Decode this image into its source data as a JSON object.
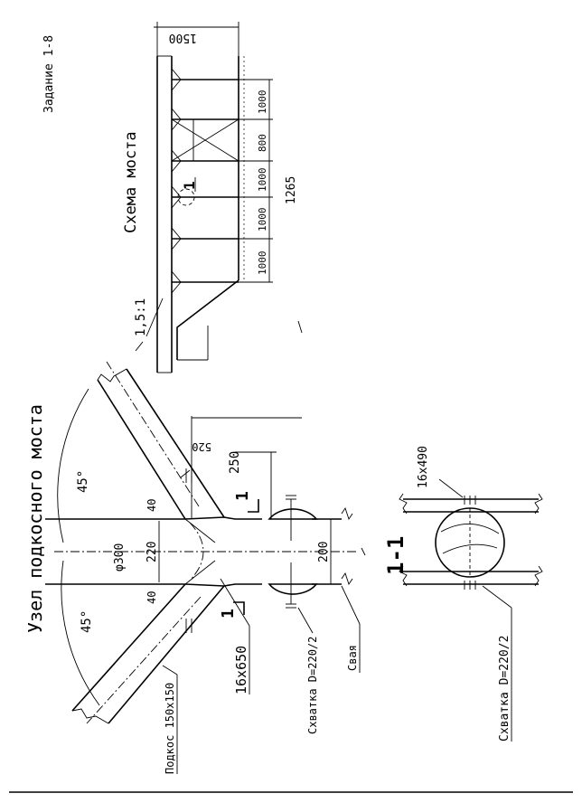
{
  "task_label": "Задание 1-8",
  "node": {
    "title": "Узел подкосного моста",
    "angle_left": "45°",
    "angle_right": "45°",
    "dim_40_left": "40",
    "dim_40_right": "40",
    "dim_diameter": "φ300",
    "dim_220": "220",
    "dim_200": "200",
    "dim_250": "250",
    "dim_520": "520",
    "section_mark_top": "1",
    "section_mark_bottom": "1",
    "label_strut": "Подкос 150х150",
    "label_plank": "16х650",
    "label_clamp": "Схватка D=220/2",
    "label_pile": "Свая"
  },
  "section": {
    "title": "1-1",
    "label_board": "16х490",
    "label_clamp": "Схватка D=220/2"
  },
  "scheme": {
    "title": "Схема моста",
    "dim_top": "1500",
    "spans": [
      "1000",
      "800",
      "1000",
      "1000",
      "1000"
    ],
    "dim_total": "1265",
    "slope": "1,5:1",
    "section_mark": "1"
  }
}
